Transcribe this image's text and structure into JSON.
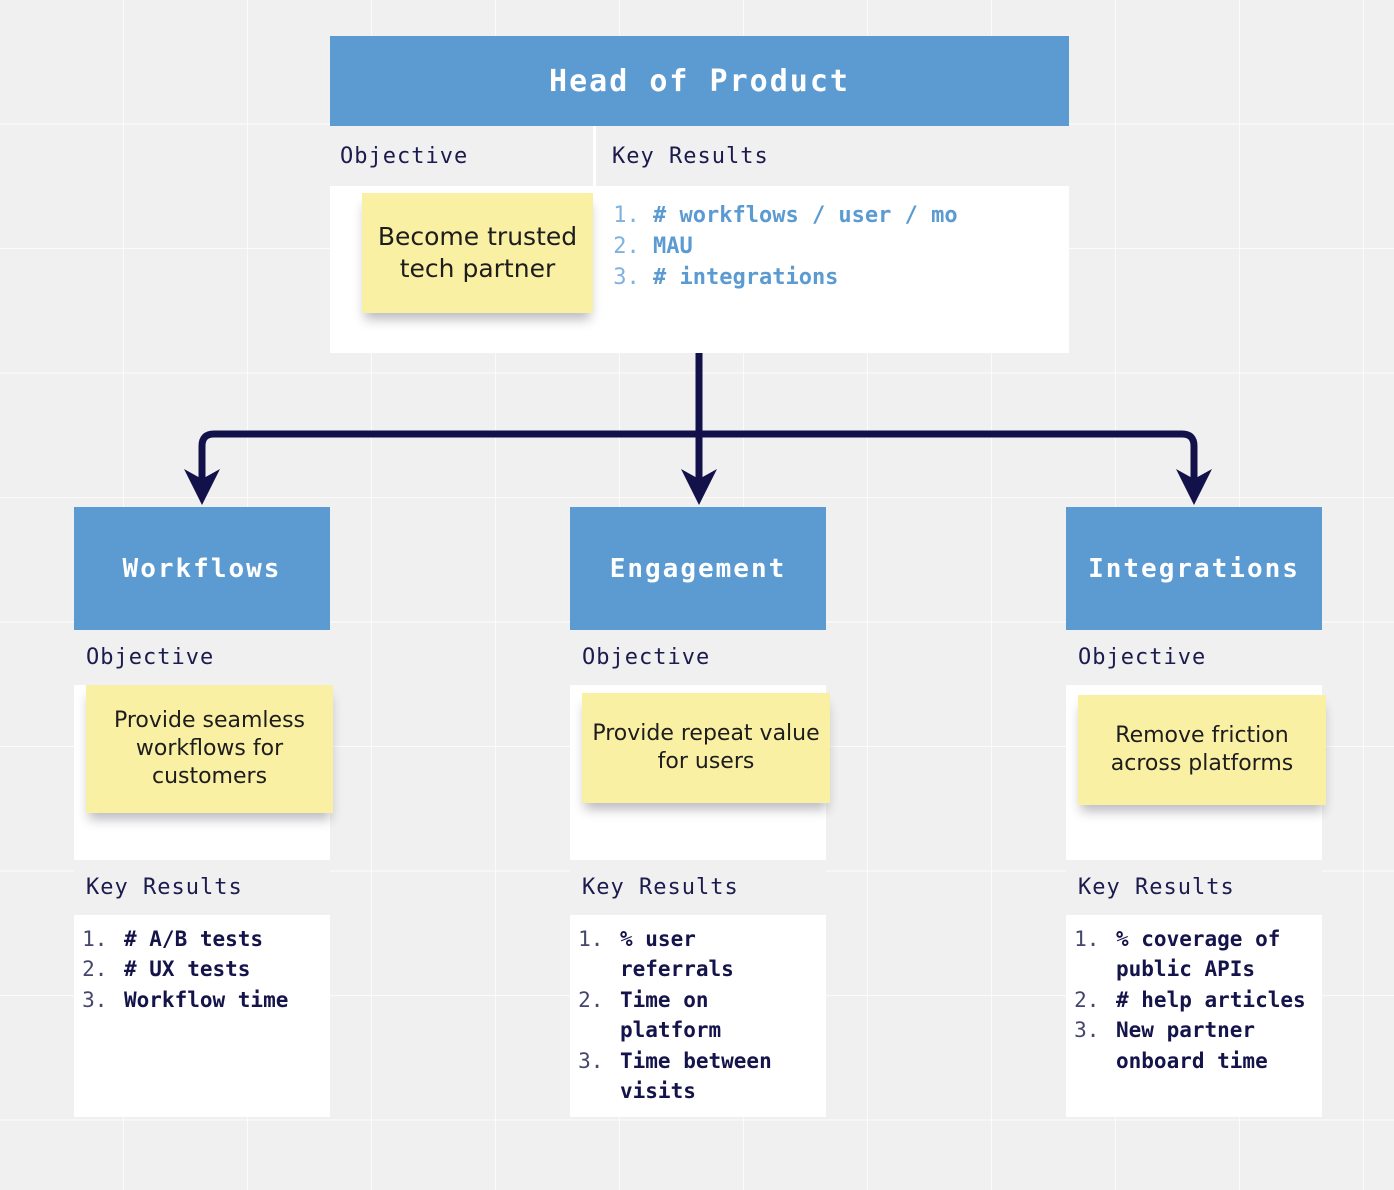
{
  "theme": {
    "header_blue": "#5b9bd1",
    "sticky_yellow": "#faf0a4",
    "navy": "#14134a",
    "connector": "#12114a",
    "canvas_gray": "#f0f0f0"
  },
  "labels": {
    "objective": "Objective",
    "key_results": "Key Results"
  },
  "root": {
    "title": "Head of Product",
    "objective_label": "Objective",
    "key_results_label": "Key Results",
    "objective": "Become trusted tech partner",
    "key_results": [
      "# workflows / user / mo",
      "MAU",
      "# integrations"
    ]
  },
  "children": [
    {
      "title": "Workflows",
      "objective_label": "Objective",
      "key_results_label": "Key Results",
      "objective": "Provide seamless workflows for customers",
      "key_results": [
        "# A/B tests",
        "# UX tests",
        "Workflow time"
      ]
    },
    {
      "title": "Engagement",
      "objective_label": "Objective",
      "key_results_label": "Key Results",
      "objective": "Provide repeat value for users",
      "key_results": [
        "% user referrals",
        "Time on platform",
        "Time between visits"
      ]
    },
    {
      "title": "Integrations",
      "objective_label": "Objective",
      "key_results_label": "Key Results",
      "objective": "Remove friction across platforms",
      "key_results": [
        "% coverage of public APIs",
        "# help articles",
        "New partner onboard time"
      ]
    }
  ],
  "connectors": {
    "description": "elbow connectors from root card down to three child cards",
    "arrow_targets": [
      "Workflows",
      "Engagement",
      "Integrations"
    ]
  }
}
